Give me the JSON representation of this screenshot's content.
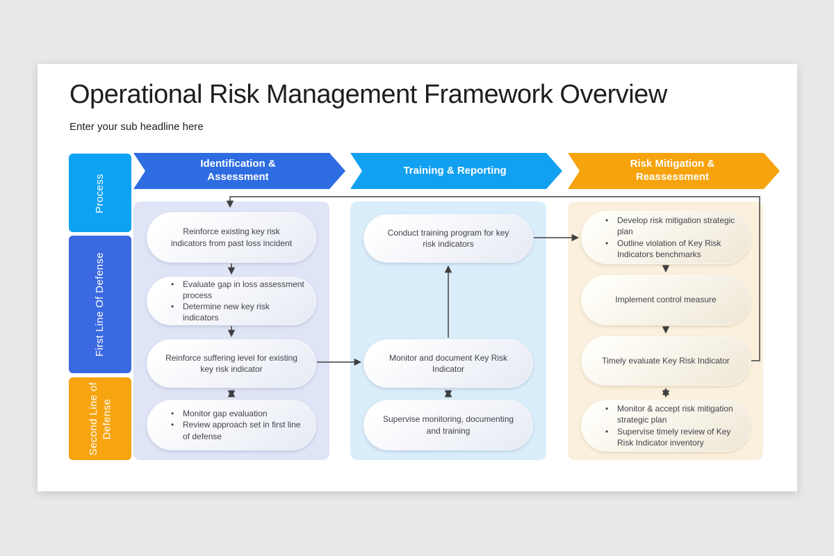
{
  "page": {
    "title": "Operational Risk Management Framework Overview",
    "subtitle": "Enter your sub headline here"
  },
  "sidebar": {
    "items": [
      {
        "label": "Process",
        "color": "#0da2f4"
      },
      {
        "label": "First Line Of Defense",
        "color": "#3b69e1"
      },
      {
        "label": "Second Line of Defense",
        "color": "#f6a40f"
      }
    ]
  },
  "stages": [
    {
      "label": "Identification & Assessment",
      "color": "#2e6ce2"
    },
    {
      "label": "Training & Reporting",
      "color": "#12a0f0"
    },
    {
      "label": "Risk Mitigation & Reassessment",
      "color": "#f6a30e"
    }
  ],
  "connector_color": "#3f3f3f",
  "columns": [
    {
      "panel_color": "#dfe4f6",
      "boxes": [
        {
          "style": "center",
          "lines": [
            "Reinforce existing key risk indicators from past loss incident"
          ]
        },
        {
          "style": "bullets",
          "lines": [
            "Evaluate gap in loss assessment process",
            "Determine new key risk indicators"
          ]
        },
        {
          "style": "center",
          "lines": [
            "Reinforce suffering level for existing key risk indicator"
          ]
        },
        {
          "style": "bullets",
          "lines": [
            "Monitor gap evaluation",
            "Review approach set in first line of defense"
          ]
        }
      ]
    },
    {
      "panel_color": "#d9edfa",
      "boxes": [
        {
          "style": "center",
          "lines": [
            "Conduct training program for key risk indicators"
          ]
        },
        {
          "style": "center",
          "lines": [
            "Monitor and document Key Risk Indicator"
          ]
        },
        {
          "style": "center",
          "lines": [
            "Supervise monitoring, documenting and training"
          ]
        }
      ]
    },
    {
      "panel_color": "#faf0dd",
      "boxes": [
        {
          "style": "bullets",
          "lines": [
            "Develop risk mitigation strategic plan",
            "Outline violation of Key Risk Indicators benchmarks"
          ]
        },
        {
          "style": "center",
          "lines": [
            "Implement control measure"
          ]
        },
        {
          "style": "center",
          "lines": [
            "Timely evaluate Key Risk Indicator"
          ]
        },
        {
          "style": "bullets",
          "lines": [
            "Monitor & accept risk mitigation strategic plan",
            "Supervise timely review of Key Risk Indicator inventory"
          ]
        }
      ]
    }
  ]
}
